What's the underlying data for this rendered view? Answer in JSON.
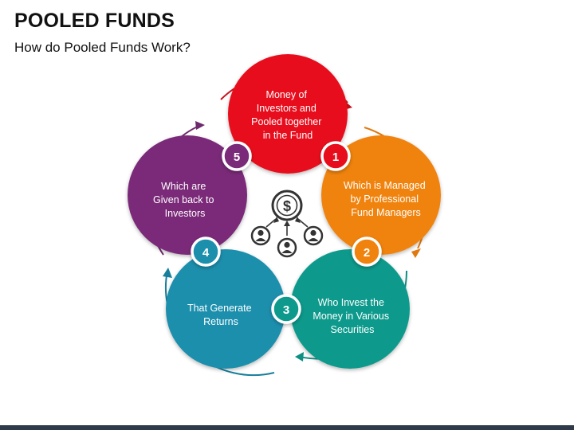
{
  "header": {
    "title": "POOLED FUNDS",
    "subtitle": "How do Pooled Funds Work?"
  },
  "steps": [
    {
      "number": "1",
      "lines": [
        "Money of",
        "Investors and",
        "Pooled together",
        "in the Fund"
      ],
      "color": "#e8111b",
      "arrow_color": "#c8101a"
    },
    {
      "number": "2",
      "lines": [
        "Which is Managed",
        "by Professional",
        "Fund Managers"
      ],
      "color": "#f08310",
      "arrow_color": "#e07a10"
    },
    {
      "number": "3",
      "lines": [
        "Who Invest the",
        "Money in Various",
        "Securities"
      ],
      "color": "#0e9a8c",
      "arrow_color": "#0d8f83"
    },
    {
      "number": "4",
      "lines": [
        "That Generate",
        "Returns"
      ],
      "color": "#1b8fad",
      "arrow_color": "#177f9b"
    },
    {
      "number": "5",
      "lines": [
        "Which are",
        "Given back to",
        "Investors"
      ],
      "color": "#7a2a78",
      "arrow_color": "#6e2a6c"
    }
  ],
  "center": {
    "dollar_icon": "dollar-icon",
    "person_icon": "person-icon",
    "icon_color": "#333333"
  }
}
